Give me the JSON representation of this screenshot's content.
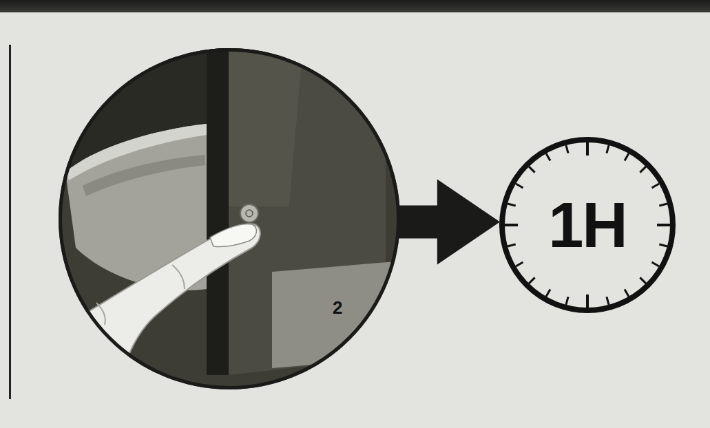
{
  "diagram": {
    "nodes": [
      {
        "text": [
          "2"
        ]
      },
      {
        "text": [
          "1H"
        ]
      }
    ],
    "edges": [
      {
        "from": 0,
        "to": 1,
        "arrow": "to"
      }
    ]
  }
}
